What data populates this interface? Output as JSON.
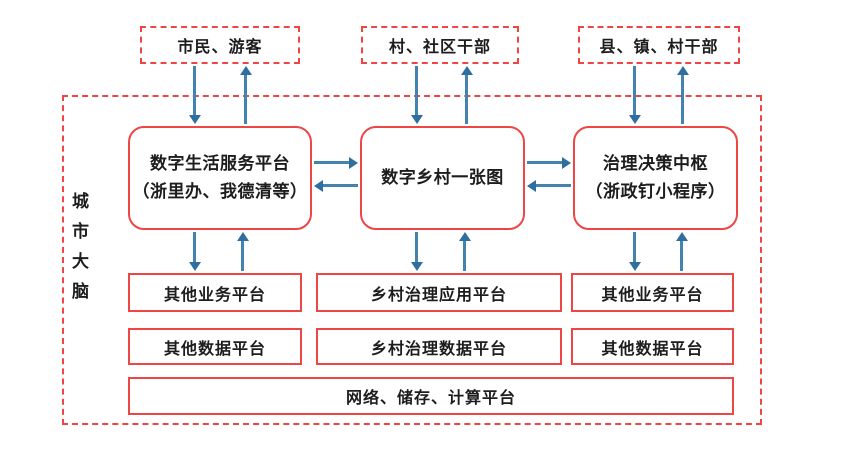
{
  "diagram": {
    "outer_label": "城市大脑",
    "actors": [
      "市民、游客",
      "村、社区干部",
      "县、镇、村干部"
    ],
    "hubs": [
      {
        "line1": "数字生活服务平台",
        "line2": "（浙里办、我德清等）"
      },
      {
        "line1": "数字乡村一张图",
        "line2": ""
      },
      {
        "line1": "治理决策中枢",
        "line2": "（浙政钉小程序）"
      }
    ],
    "business_row": [
      "其他业务平台",
      "乡村治理应用平台",
      "其他业务平台"
    ],
    "data_row": [
      "其他数据平台",
      "乡村治理数据平台",
      "其他数据平台"
    ],
    "infra": "网络、储存、计算平台",
    "colors": {
      "red": "#ee4545",
      "blue": "#4384ae",
      "text": "#1d1d1f"
    }
  }
}
